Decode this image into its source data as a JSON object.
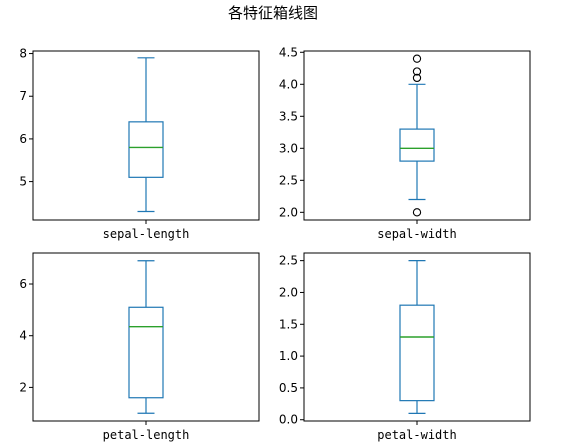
{
  "figure": {
    "suptitle": "各特征箱线图"
  },
  "colors": {
    "box": "#1f77b4",
    "median": "#2ca02c",
    "frame": "#000000",
    "flier": "#000000"
  },
  "chart_data": [
    {
      "type": "box",
      "xlabel": "sepal-length",
      "ylim": [
        4.1,
        8.06
      ],
      "yticks": [
        5,
        6,
        7,
        8
      ],
      "stats": {
        "whisker_low": 4.3,
        "q1": 5.1,
        "median": 5.8,
        "q3": 6.4,
        "whisker_high": 7.9
      },
      "fliers": []
    },
    {
      "type": "box",
      "xlabel": "sepal-width",
      "ylim": [
        1.88,
        4.52
      ],
      "yticks": [
        2.0,
        2.5,
        3.0,
        3.5,
        4.0,
        4.5
      ],
      "stats": {
        "whisker_low": 2.2,
        "q1": 2.8,
        "median": 3.0,
        "q3": 3.3,
        "whisker_high": 4.0
      },
      "fliers": [
        2.0,
        4.1,
        4.2,
        4.4
      ]
    },
    {
      "type": "box",
      "xlabel": "petal-length",
      "ylim": [
        0.7,
        7.2
      ],
      "yticks": [
        2,
        4,
        6
      ],
      "stats": {
        "whisker_low": 1.0,
        "q1": 1.6,
        "median": 4.35,
        "q3": 5.1,
        "whisker_high": 6.9
      },
      "fliers": []
    },
    {
      "type": "box",
      "xlabel": "petal-width",
      "ylim": [
        -0.02,
        2.62
      ],
      "yticks": [
        0.0,
        0.5,
        1.0,
        1.5,
        2.0,
        2.5
      ],
      "stats": {
        "whisker_low": 0.1,
        "q1": 0.3,
        "median": 1.3,
        "q3": 1.8,
        "whisker_high": 2.5
      },
      "fliers": []
    }
  ]
}
